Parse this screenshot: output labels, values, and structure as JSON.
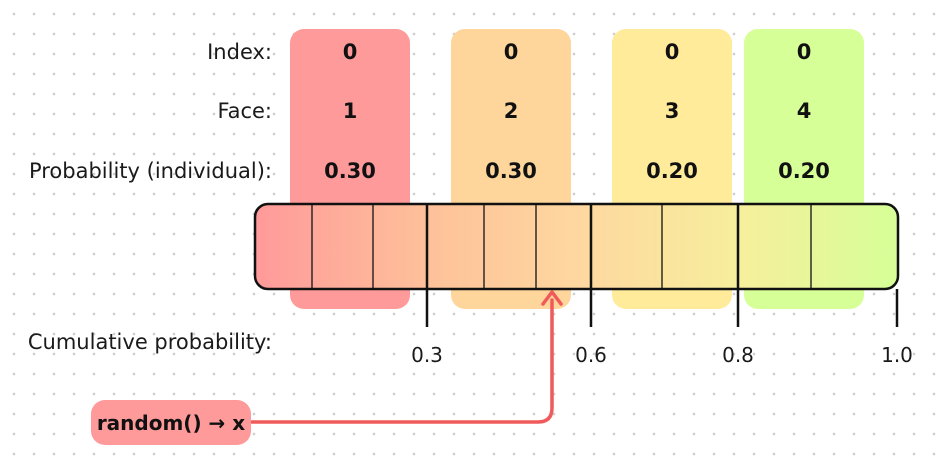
{
  "labels": {
    "index": "Index:",
    "face": "Face:",
    "probability": "Probability (individual):",
    "cumulative": "Cumulative probability:"
  },
  "columns": [
    {
      "index": "0",
      "face": "1",
      "probability": "0.30",
      "color": "#ff9a9a"
    },
    {
      "index": "0",
      "face": "2",
      "probability": "0.30",
      "color": "#fed59a"
    },
    {
      "index": "0",
      "face": "3",
      "probability": "0.20",
      "color": "#ffeb9a"
    },
    {
      "index": "0",
      "face": "4",
      "probability": "0.20",
      "color": "#d6ff98"
    }
  ],
  "cumulative_ticks": [
    "0.3",
    "0.6",
    "0.8",
    "1.0"
  ],
  "random_label": "random() → x",
  "colors": {
    "arrow": "#f05a5a",
    "outline": "#111111"
  }
}
